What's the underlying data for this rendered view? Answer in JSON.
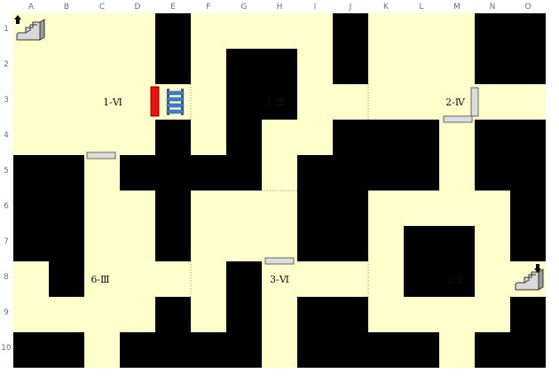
{
  "map": {
    "columns": [
      "A",
      "B",
      "C",
      "D",
      "E",
      "F",
      "G",
      "H",
      "I",
      "J",
      "K",
      "L",
      "M",
      "N",
      "O"
    ],
    "rows": [
      "1",
      "2",
      "3",
      "4",
      "5",
      "6",
      "7",
      "8",
      "9",
      "10"
    ],
    "colors": {
      "wall": "#000000",
      "floor": "#ffffcc",
      "door": "#dddddd",
      "door_stroke": "#666666",
      "seam": "#9a9a7a",
      "ladder": "#3f7fd0",
      "red_door": "#ee1111"
    },
    "rooms": [
      {
        "label": "1-Ⅵ",
        "cell": [
          2.8,
          2.5
        ]
      },
      {
        "label": "1-Ⅲ",
        "cell": [
          7.4,
          2.5
        ]
      },
      {
        "label": "2-Ⅳ",
        "cell": [
          12.45,
          2.5
        ]
      },
      {
        "label": "6-Ⅲ",
        "cell": [
          2.45,
          7.5
        ]
      },
      {
        "label": "3-Ⅵ",
        "cell": [
          7.5,
          7.5
        ]
      },
      {
        "label": "2-Ⅱ",
        "cell": [
          12.45,
          7.5
        ]
      }
    ],
    "icons": [
      {
        "name": "stairs-up-icon",
        "cell": [
          0,
          0
        ],
        "arrow": "up"
      },
      {
        "name": "stairs-down-icon",
        "cell": [
          14,
          7
        ],
        "arrow": "down"
      },
      {
        "name": "ladder-icon",
        "cell": [
          4,
          2
        ]
      },
      {
        "name": "red-door-icon",
        "cell": [
          4,
          2
        ]
      }
    ]
  }
}
